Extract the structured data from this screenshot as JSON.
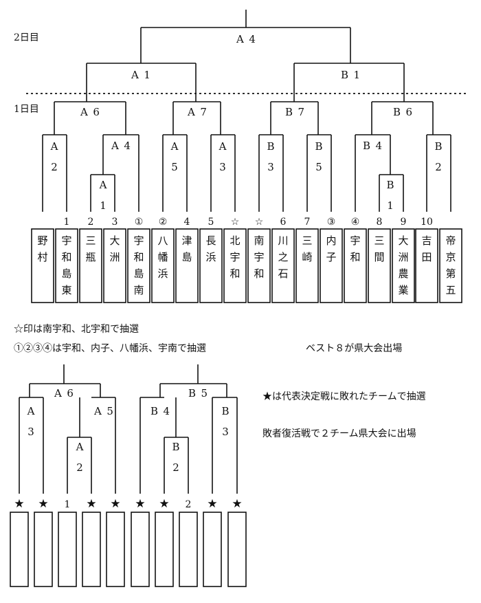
{
  "day_labels": {
    "day2": "2日目",
    "day1": "1日目"
  },
  "main_bracket": {
    "final": "A4",
    "semis": [
      "A1",
      "B1"
    ],
    "round2": [
      "A6",
      "A7",
      "B7",
      "B6"
    ],
    "round1": [
      "A2",
      "A4",
      "A5",
      "A3",
      "B3",
      "B5",
      "B4",
      "B2"
    ],
    "first": [
      "A1",
      "B1"
    ],
    "slots": [
      {
        "num": "",
        "team": "野村"
      },
      {
        "num": "1",
        "team": "宇和島東"
      },
      {
        "num": "2",
        "team": "三瓶"
      },
      {
        "num": "3",
        "team": "大洲"
      },
      {
        "num": "①",
        "team": "宇和島南"
      },
      {
        "num": "②",
        "team": "八幡浜"
      },
      {
        "num": "4",
        "team": "津島"
      },
      {
        "num": "5",
        "team": "長浜"
      },
      {
        "num": "☆",
        "team": "北宇和"
      },
      {
        "num": "☆",
        "team": "南宇和"
      },
      {
        "num": "6",
        "team": "川之石"
      },
      {
        "num": "7",
        "team": "三崎"
      },
      {
        "num": "③",
        "team": "内子"
      },
      {
        "num": "④",
        "team": "宇和"
      },
      {
        "num": "8",
        "team": "三間"
      },
      {
        "num": "9",
        "team": "大洲農業"
      },
      {
        "num": "10",
        "team": "吉田"
      },
      {
        "num": "",
        "team": "帝京第五"
      }
    ]
  },
  "notes": {
    "star_note": "☆印は南宇和、北宇和で抽選",
    "circle_note": "①②③④は宇和、内子、八幡浜、宇南で抽選",
    "best8": "ベスト８が県大会出場"
  },
  "loser_bracket": {
    "round2": [
      "A6",
      "B5"
    ],
    "round1": [
      "A3",
      "A5",
      "B4",
      "B3"
    ],
    "first": [
      "A2",
      "B2"
    ],
    "slots": [
      "★",
      "★",
      "1",
      "★",
      "★",
      "★",
      "★",
      "2",
      "★",
      "★"
    ],
    "note1": "★は代表決定戦に敗れたチームで抽選",
    "note2": "敗者復活戦で２チーム県大会に出場"
  }
}
